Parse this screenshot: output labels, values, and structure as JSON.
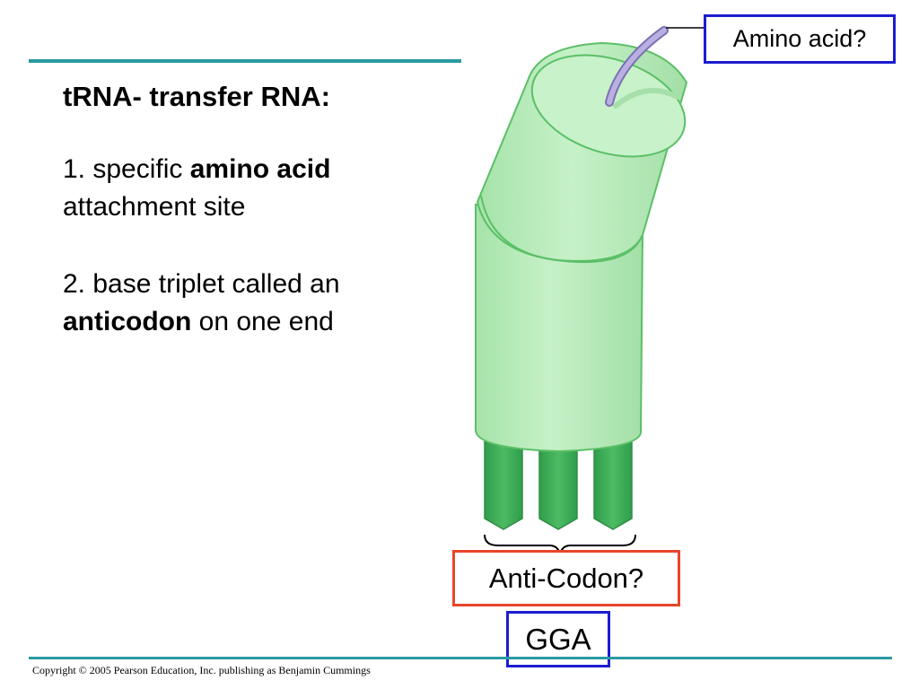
{
  "slide": {
    "heading": "tRNA- transfer RNA:",
    "point1": {
      "prefix": "1. specific ",
      "bold": "amino acid",
      "suffix": " attachment site"
    },
    "point2": {
      "prefix": "2. base triplet called an ",
      "bold": "anticodon",
      "suffix": " on one end"
    },
    "copyright": "Copyright © 2005 Pearson Education, Inc. publishing as Benjamin Cummings"
  },
  "diagram": {
    "amino_label": "Amino acid?",
    "anticodon_label": "Anti-Codon?",
    "codon_value": "GGA",
    "colors": {
      "trna_body": "#b9ecbb",
      "trna_outline": "#5bbf66",
      "anticodon_bases": "#3aaa55",
      "amino_acid": "#b7aee0",
      "blue_box": "#1c1cd0",
      "red_box": "#e8452a",
      "rule": "#2a9aa2"
    }
  }
}
